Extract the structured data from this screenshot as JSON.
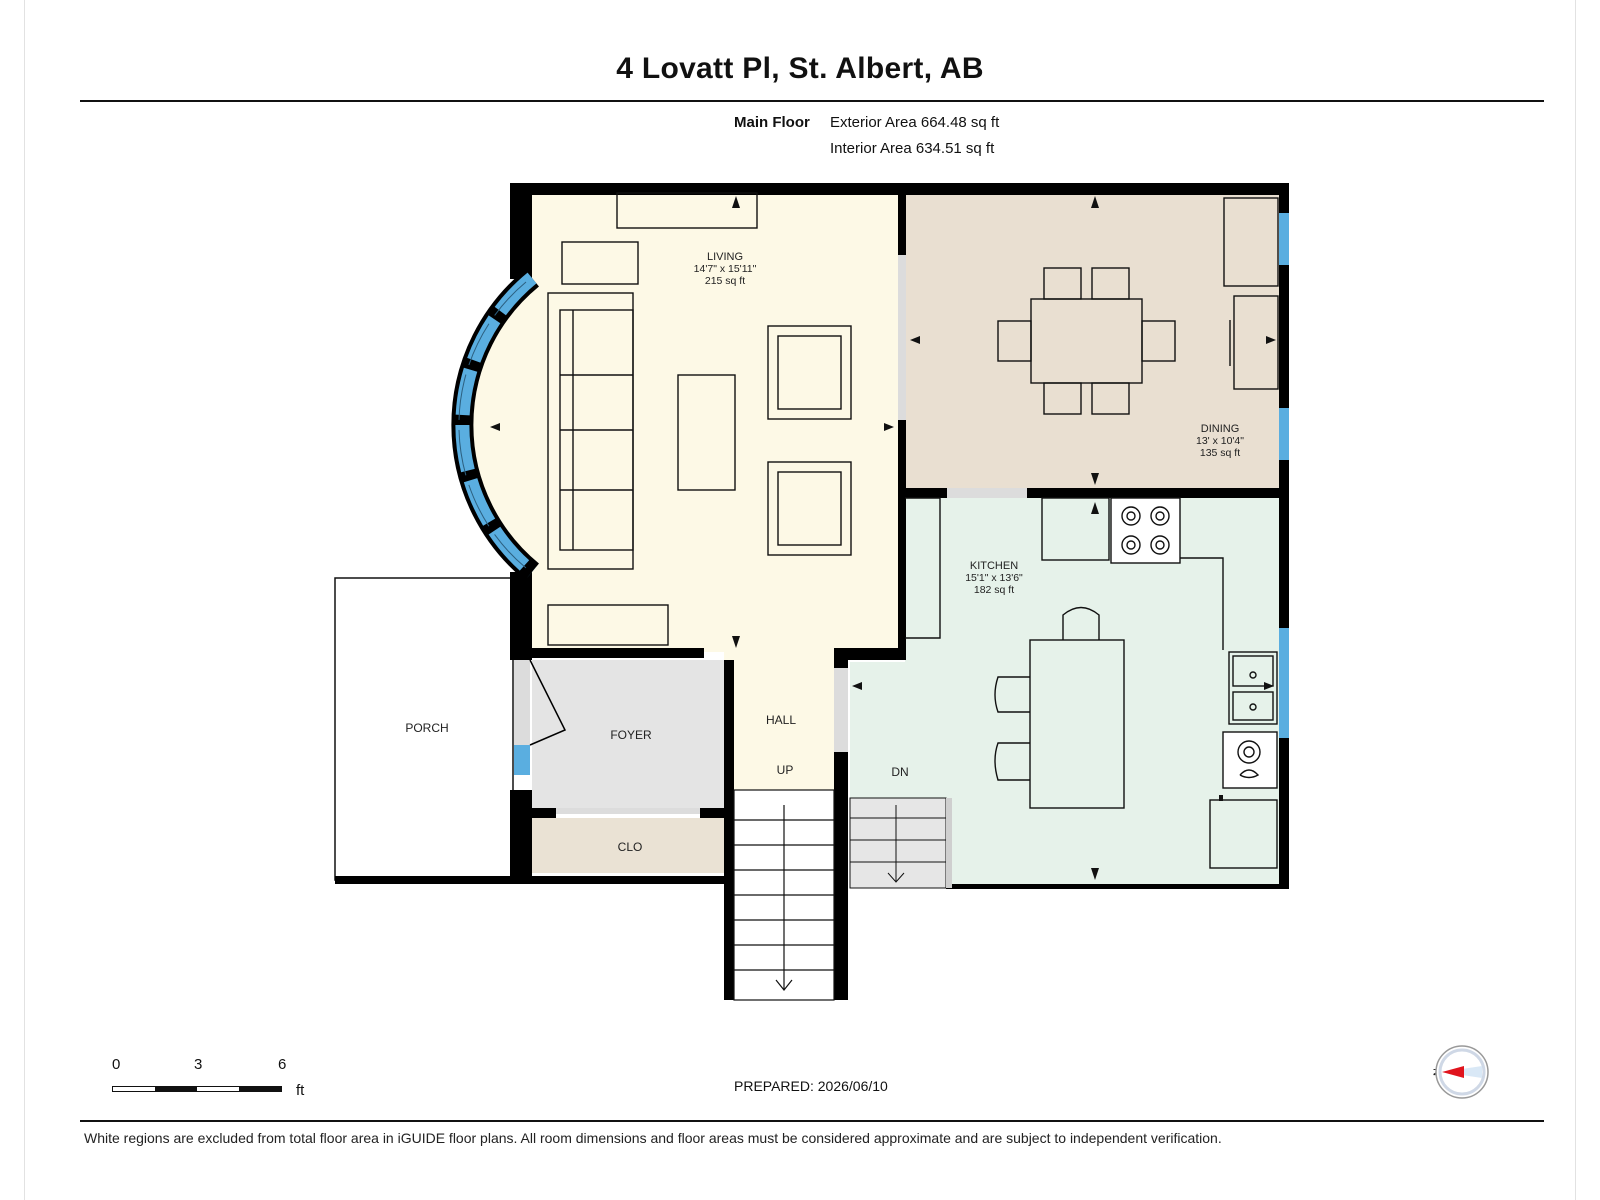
{
  "header": {
    "title": "4 Lovatt Pl, St. Albert, AB",
    "floor_label": "Main Floor",
    "exterior_area": "Exterior Area 664.48 sq ft",
    "interior_area": "Interior Area 634.51 sq ft"
  },
  "rooms": {
    "living": {
      "name": "LIVING",
      "dims": "14'7\" x 15'11\"",
      "area": "215 sq ft"
    },
    "dining": {
      "name": "DINING",
      "dims": "13' x 10'4\"",
      "area": "135 sq ft"
    },
    "kitchen": {
      "name": "KITCHEN",
      "dims": "15'1\" x 13'6\"",
      "area": "182 sq ft"
    },
    "porch": "PORCH",
    "foyer": "FOYER",
    "hall": "HALL",
    "closet": "CLO",
    "stairs_up": "UP",
    "stairs_down": "DN"
  },
  "room_colors": {
    "living": "#fdf9e6",
    "dining": "#e9dfd1",
    "kitchen": "#e6f2ea",
    "foyer": "#e4e4e4",
    "closet": "#eae2d4",
    "window": "#5aaee0",
    "wall": "#000000"
  },
  "scale": {
    "ticks": [
      "0",
      "3",
      "6"
    ],
    "unit": "ft"
  },
  "prepared": "PREPARED: 2026/06/10",
  "disclaimer": "White regions are excluded from total floor area in iGUIDE floor plans. All room dimensions and floor areas must be considered approximate and are subject to independent verification.",
  "compass": {
    "label": "N",
    "icon": "compass-icon"
  }
}
